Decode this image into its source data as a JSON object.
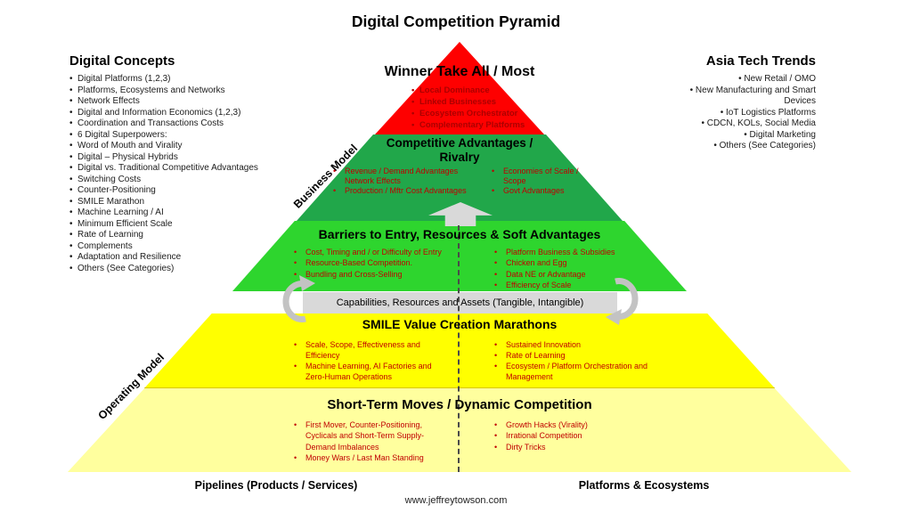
{
  "title": "Digital Competition Pyramid",
  "colors": {
    "red": "#fe0000",
    "dark_green": "#21a74a",
    "green": "#2ed52e",
    "yellow": "#ffff00",
    "pale_yellow": "#ffff9e",
    "gray_bar": "#d9d9d9",
    "bullet_text_red": "#c00000"
  },
  "left_panel": {
    "heading": "Digital Concepts",
    "items": [
      "Digital Platforms (1,2,3)",
      "Platforms, Ecosystems and Networks",
      "Network Effects",
      "Digital and Information Economics (1,2,3)",
      "Coordination and Transactions Costs",
      "6 Digital Superpowers:",
      "Word of Mouth and Virality",
      "Digital – Physical Hybrids",
      "Digital vs. Traditional Competitive Advantages",
      "Switching Costs",
      "Counter-Positioning",
      "SMILE Marathon",
      "Machine Learning / AI",
      "Minimum Efficient Scale",
      "Rate of Learning",
      "Complements",
      "Adaptation and Resilience",
      "Others (See Categories)"
    ]
  },
  "right_panel": {
    "heading": "Asia Tech Trends",
    "items": [
      "New Retail / OMO",
      "New Manufacturing and Smart Devices",
      "IoT Logistics Platforms",
      "CDCN, KOLs, Social Media",
      "Digital Marketing",
      "Others (See Categories)"
    ]
  },
  "pyramid": {
    "edge_labels": {
      "business_model": "Business Model",
      "operating_model": "Operating Model"
    },
    "winner": {
      "heading": "Winner Take All / Most",
      "items": [
        "Local Dominance",
        "Linked Businesses",
        "Ecosystem Orchestrator",
        "Complementary Platforms"
      ]
    },
    "competitive": {
      "heading": "Competitive Advantages / Rivalry",
      "left_items": [
        "Revenue / Demand Advantages Network Effects",
        "Production / Mftr Cost Advantages"
      ],
      "right_items": [
        "Economies of Scale / Scope",
        "Govt Advantages"
      ]
    },
    "barriers": {
      "heading": "Barriers to Entry, Resources & Soft Advantages",
      "left_items": [
        "Cost, Timing and / or Difficulty of Entry",
        "Resource-Based Competition.",
        "Bundling and Cross-Selling"
      ],
      "right_items": [
        "Platform Business & Subsidies",
        "Chicken and Egg",
        "Data NE or Advantage",
        "Efficiency of Scale"
      ]
    },
    "capabilities_bar": "Capabilities, Resources and Assets (Tangible, Intangible)",
    "smile": {
      "heading": "SMILE Value Creation Marathons",
      "left_items": [
        "Scale, Scope, Effectiveness and Efficiency",
        "Machine Learning, AI Factories and Zero-Human Operations"
      ],
      "right_items": [
        "Sustained Innovation",
        "Rate of Learning",
        "Ecosystem / Platform Orchestration and Management"
      ]
    },
    "short_term": {
      "heading": "Short-Term Moves / Dynamic Competition",
      "left_items": [
        "First Mover,  Counter-Positioning, Cyclicals and Short-Term Supply-Demand Imbalances",
        "Money Wars / Last Man Standing"
      ],
      "right_items": [
        "Growth Hacks (Virality)",
        "Irrational Competition",
        "Dirty Tricks"
      ]
    }
  },
  "footer": {
    "left_label": "Pipelines (Products / Services)",
    "right_label": "Platforms & Ecosystems",
    "url": "www.jeffreytowson.com"
  }
}
